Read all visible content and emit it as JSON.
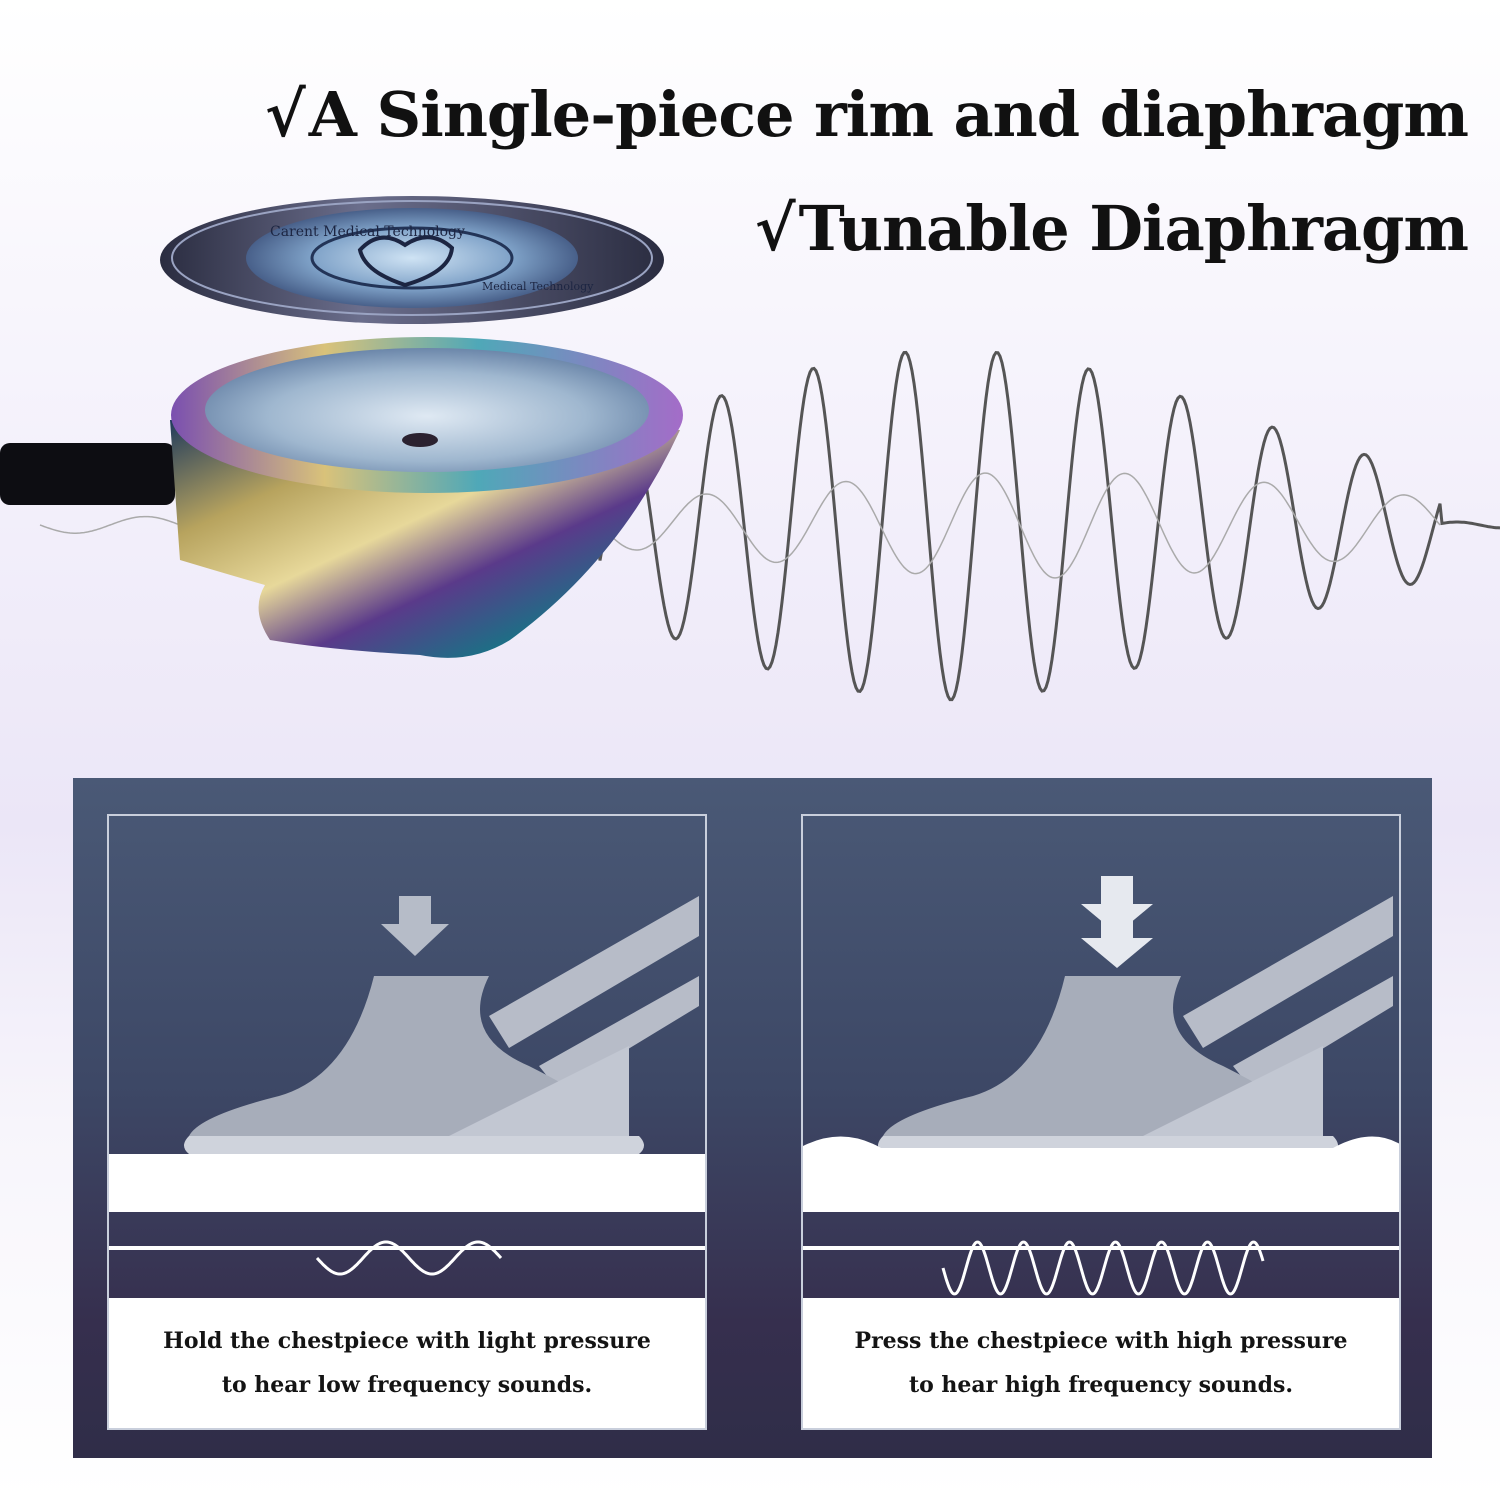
{
  "headlines": {
    "check_mark": "√",
    "line1": "A Single-piece rim and diaphragm",
    "line2": "Tunable Diaphragm"
  },
  "diaphragm_inscription": {
    "outer_text": "Carent Medical Technology",
    "inner_text": "Medical Technology"
  },
  "panels": {
    "left": {
      "caption_line1": "Hold the chestpiece with light pressure",
      "caption_line2": "to hear low frequency sounds."
    },
    "right": {
      "caption_line1": "Press the chestpiece with high pressure",
      "caption_line2": "to hear high frequency sounds."
    }
  },
  "colors": {
    "panel_bg": "#3d4866",
    "diagram_gray": "#a9aebb",
    "wave_dark": "#555555",
    "wave_light": "#aaaaaa",
    "caption_bg": "#ffffff"
  }
}
